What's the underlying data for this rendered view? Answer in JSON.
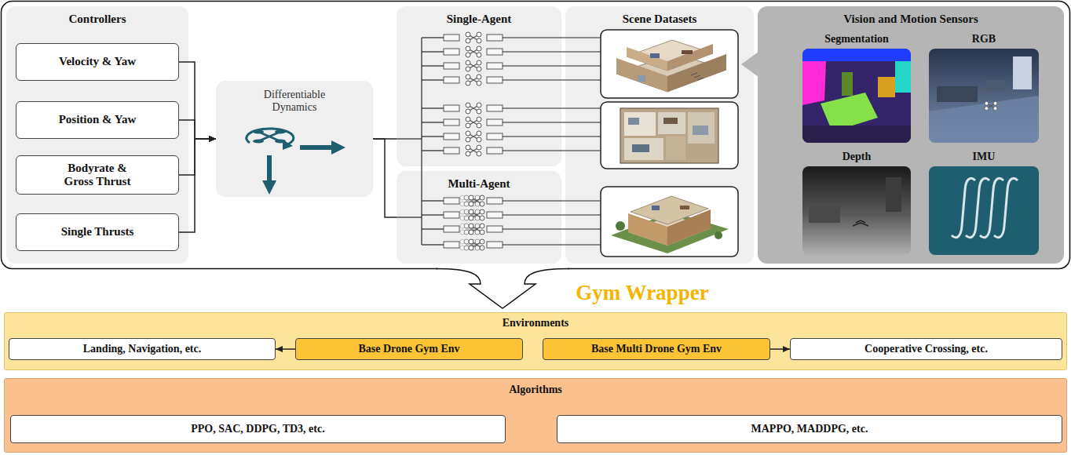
{
  "diagram": {
    "nodes": [
      {
        "text": [
          "Controllers"
        ]
      },
      {
        "text": [
          "Velocity & Yaw"
        ],
        "in": 0
      },
      {
        "text": [
          "Position & Yaw"
        ],
        "in": 0
      },
      {
        "text": [
          "Bodyrate & Gross Thrust"
        ],
        "in": 0
      },
      {
        "text": [
          "Single Thrusts"
        ],
        "in": 0
      },
      {
        "text": [
          "Differentiable Dynamics"
        ]
      },
      {
        "text": [
          "Single-Agent"
        ]
      },
      {
        "text": [
          "Multi-Agent"
        ]
      },
      {
        "text": [
          "Scene Datasets"
        ]
      },
      {
        "text": [
          "Vision and Motion Sensors"
        ]
      },
      {
        "text": [
          "Segmentation"
        ],
        "in": 9
      },
      {
        "text": [
          "RGB"
        ],
        "in": 9
      },
      {
        "text": [
          "Depth"
        ],
        "in": 9
      },
      {
        "text": [
          "IMU"
        ],
        "in": 9
      },
      {
        "text": [
          "Environments"
        ]
      },
      {
        "text": [
          "Landing, Navigation, etc."
        ],
        "in": 14
      },
      {
        "text": [
          "Base Drone Gym Env"
        ],
        "in": 14
      },
      {
        "text": [
          "Base Multi Drone Gym Env"
        ],
        "in": 14
      },
      {
        "text": [
          "Cooperative Crossing, etc."
        ],
        "in": 14
      },
      {
        "text": [
          "Algorithms"
        ]
      },
      {
        "text": [
          "PPO, SAC, DDPG, TD3, etc."
        ],
        "in": 19
      },
      {
        "text": [
          "MAPPO, MADDPG, etc."
        ],
        "in": 19
      }
    ],
    "edges": [
      {
        "from": 1,
        "to": 5,
        "arrow": "to"
      },
      {
        "from": 2,
        "to": 5,
        "arrow": "to"
      },
      {
        "from": 3,
        "to": 5,
        "arrow": "to"
      },
      {
        "from": 4,
        "to": 5,
        "arrow": "to"
      },
      {
        "from": 5,
        "to": 6,
        "arrow": "none"
      },
      {
        "from": 5,
        "to": 7,
        "arrow": "none"
      },
      {
        "from": 16,
        "to": 15,
        "arrow": "to"
      },
      {
        "from": 17,
        "to": 18,
        "arrow": "to"
      }
    ],
    "labels": [
      "Gym Wrapper"
    ]
  }
}
